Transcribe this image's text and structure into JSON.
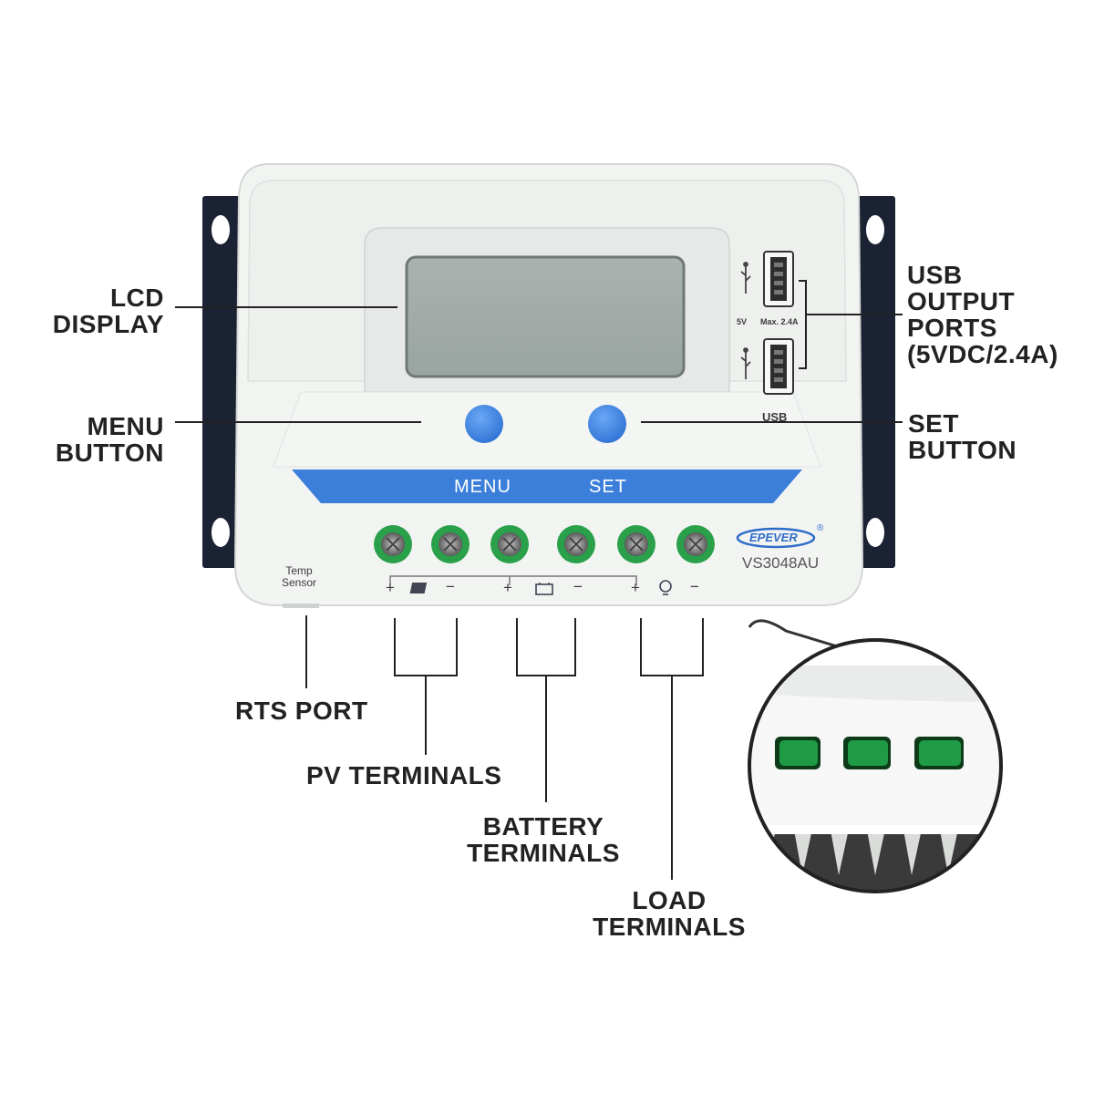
{
  "device": {
    "model": "VS3048AU",
    "brand": "EPEVER",
    "brand_mark": "®",
    "button_strip": {
      "menu_label": "MENU",
      "set_label": "SET"
    },
    "temp_sensor_label": [
      "Temp",
      "Sensor"
    ],
    "usb_labels": {
      "voltage": "5V",
      "max_current": "Max. 2.4A",
      "usb": "USB"
    },
    "terminal_signs": [
      "+",
      "−",
      "+",
      "−",
      "+",
      "−"
    ],
    "colors": {
      "housing": "#f1f3f1",
      "strip_blue": "#3b7fdb",
      "button_blue": "#3d86e8",
      "lcd": "#a8b1ae",
      "terminal_green": "#2aa04a",
      "bracket": "#1b2233"
    }
  },
  "callouts": {
    "lcd_display": [
      "LCD",
      "DISPLAY"
    ],
    "menu_button": [
      "MENU",
      "BUTTON"
    ],
    "usb_output_ports": [
      "USB",
      "OUTPUT",
      "PORTS",
      "(5VDC/2.4A)"
    ],
    "set_button": [
      "SET",
      "BUTTON"
    ],
    "rts_port": [
      "RTS PORT"
    ],
    "pv_terminals": [
      "PV TERMINALS"
    ],
    "battery_terminals": [
      "BATTERY",
      "TERMINALS"
    ],
    "load_terminals": [
      "LOAD",
      "TERMINALS"
    ]
  }
}
